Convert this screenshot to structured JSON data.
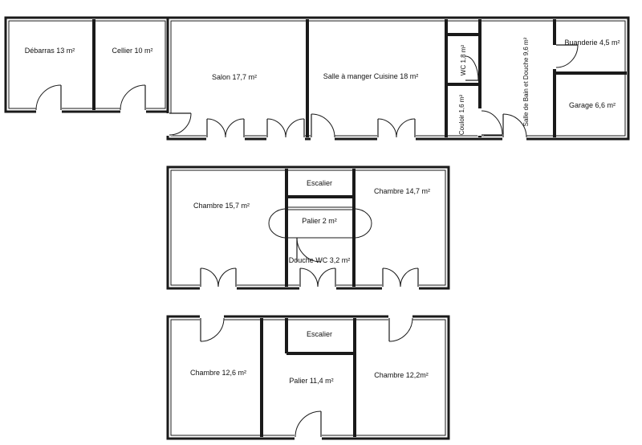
{
  "floors": [
    {
      "rooms": [
        {
          "id": "debarras",
          "label": "Débarras 13 m²"
        },
        {
          "id": "cellier",
          "label": "Cellier 10 m²"
        },
        {
          "id": "salon",
          "label": "Salon 17,7 m²"
        },
        {
          "id": "salle-manger",
          "label": "Salle à manger Cuisine 18 m²"
        },
        {
          "id": "wc",
          "label": "WC 1,8 m²"
        },
        {
          "id": "couloir",
          "label": "Couloir 1,6 m²"
        },
        {
          "id": "sdb",
          "label": "Salle de Bain et Douche 9,6 m²"
        },
        {
          "id": "buanderie",
          "label": "Buanderie 4,5 m²"
        },
        {
          "id": "garage",
          "label": "Garage 6,6 m²"
        }
      ]
    },
    {
      "rooms": [
        {
          "id": "chambre-1",
          "label": "Chambre 15,7 m²"
        },
        {
          "id": "escalier-1",
          "label": "Escalier"
        },
        {
          "id": "chambre-2",
          "label": "Chambre 14,7 m²"
        },
        {
          "id": "palier-1",
          "label": "Palier 2 m²"
        },
        {
          "id": "douche-wc",
          "label": "Douche WC 3,2 m²"
        }
      ]
    },
    {
      "rooms": [
        {
          "id": "chambre-3",
          "label": "Chambre 12,6 m²"
        },
        {
          "id": "escalier-2",
          "label": "Escalier"
        },
        {
          "id": "palier-2",
          "label": "Palier 11,4 m²"
        },
        {
          "id": "chambre-4",
          "label": "Chambre  12,2m²"
        }
      ]
    }
  ]
}
